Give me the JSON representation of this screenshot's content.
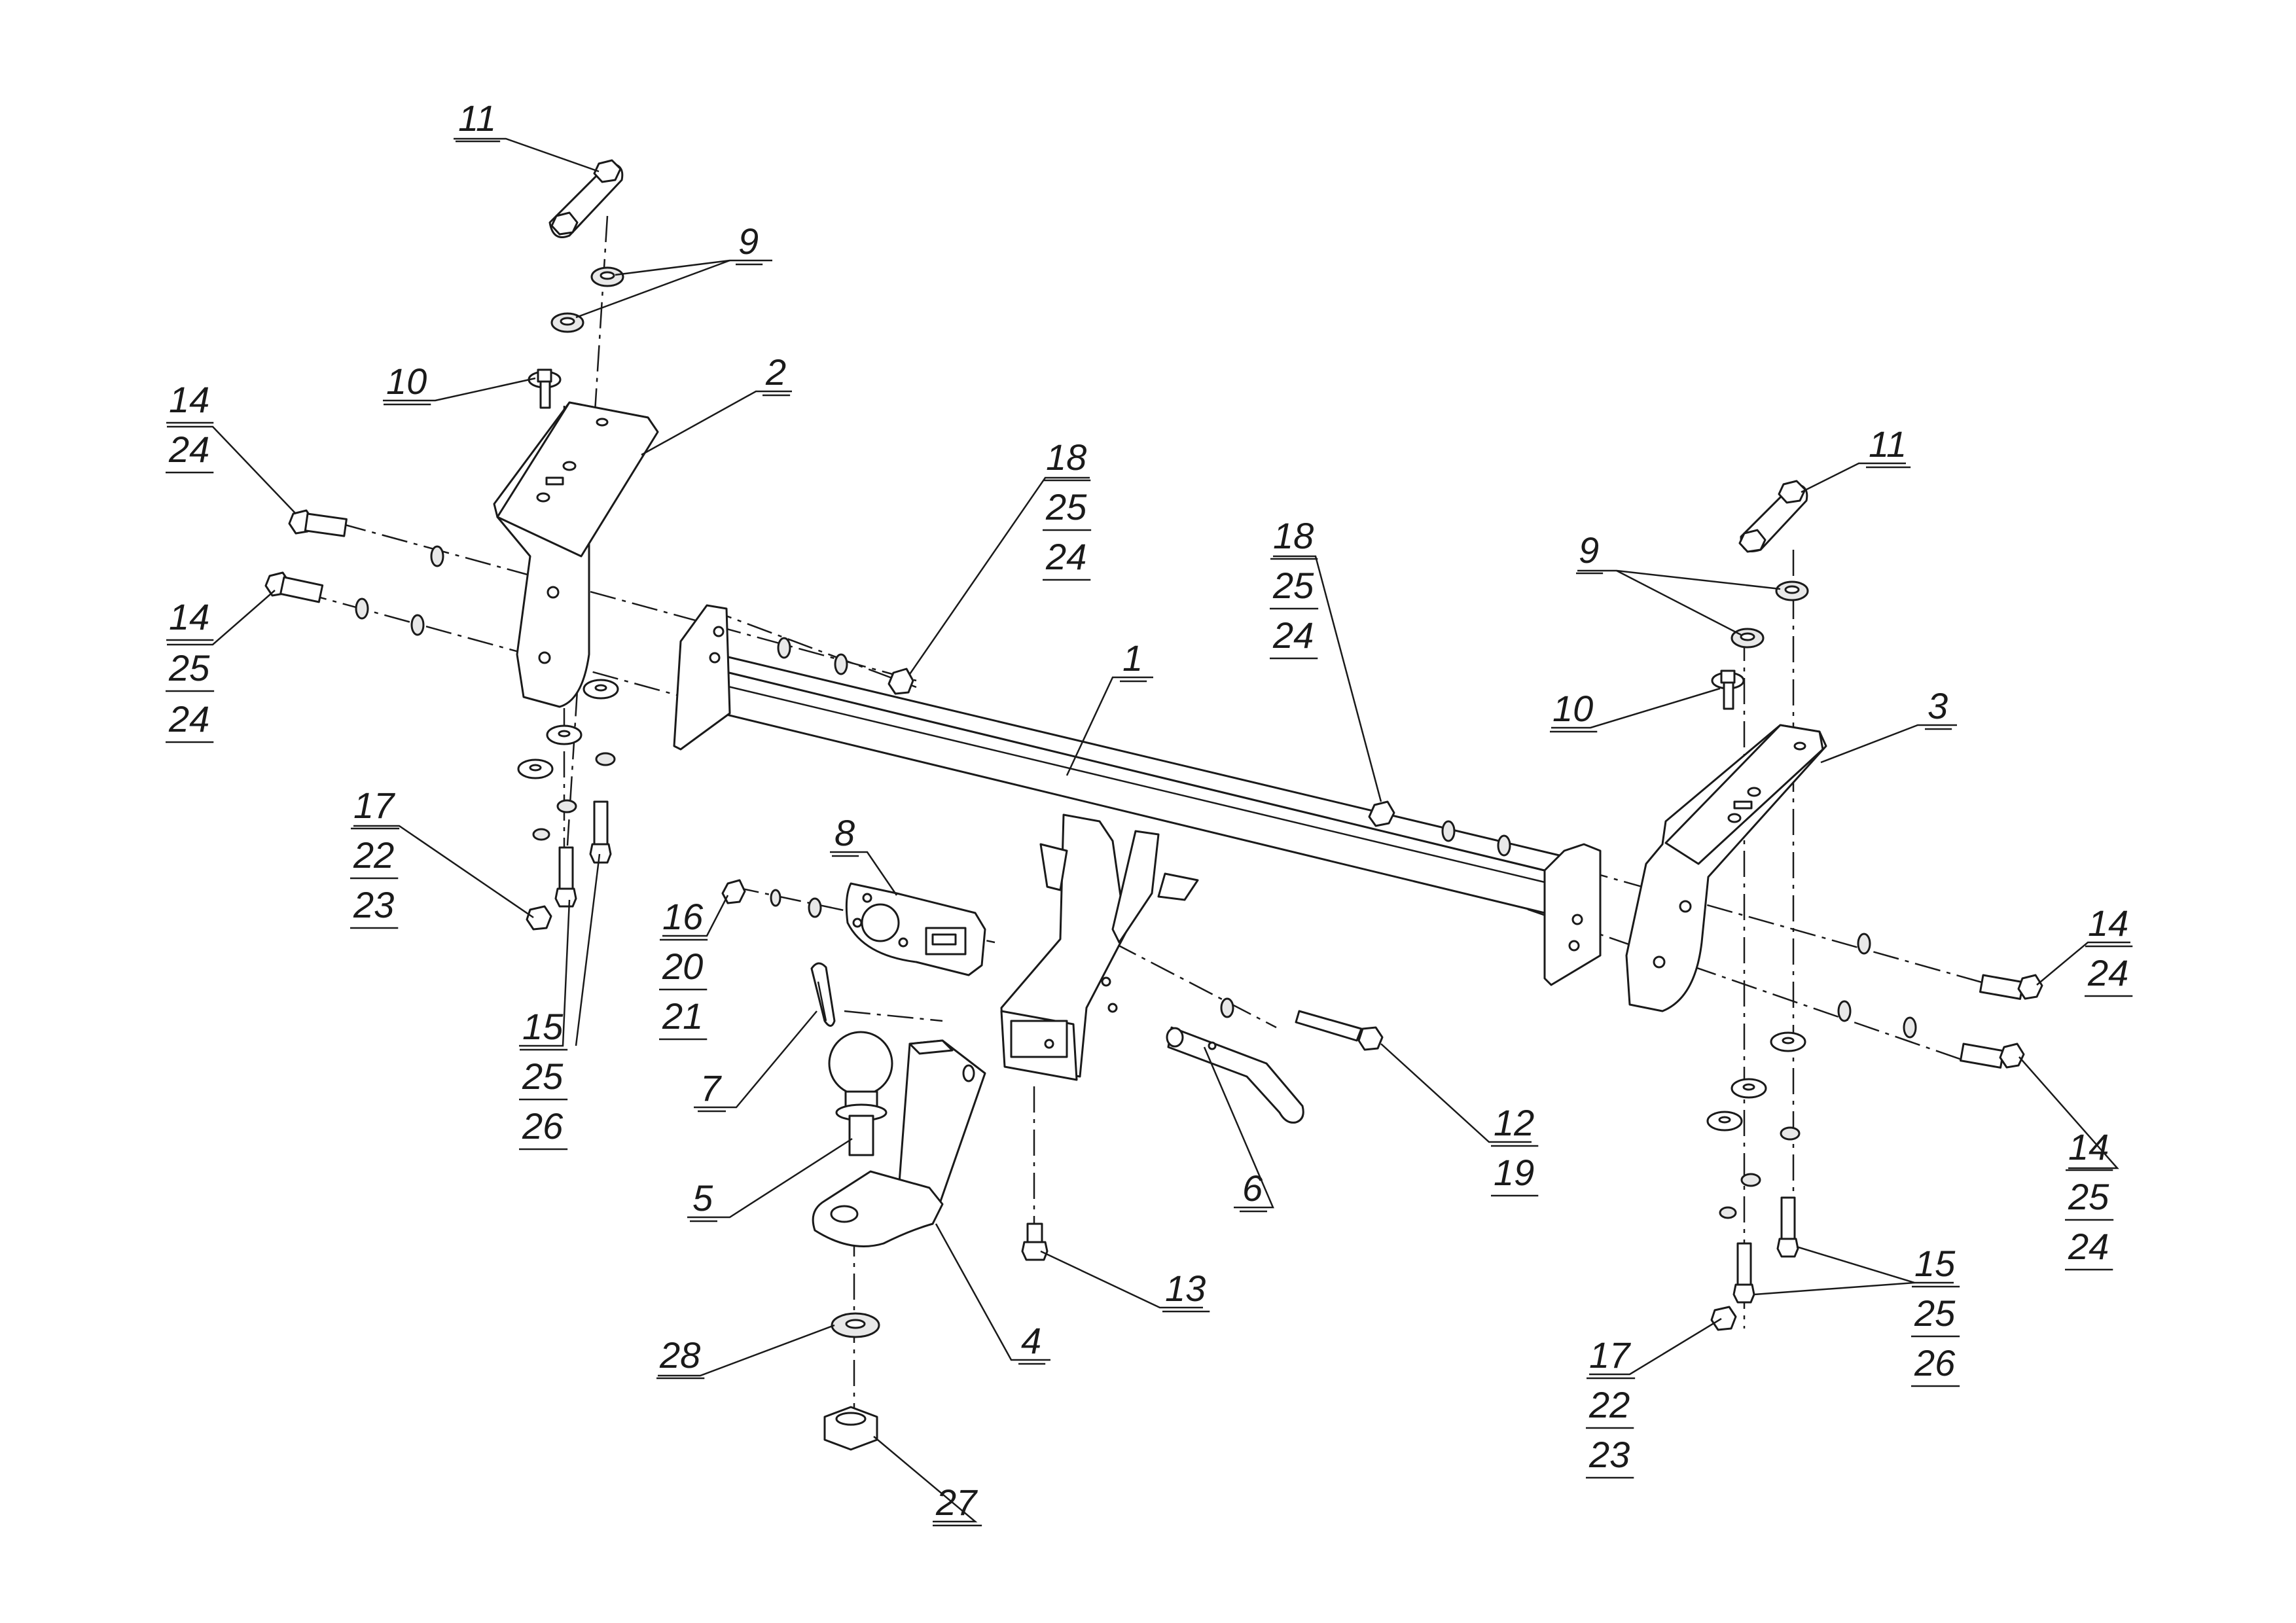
{
  "diagram": {
    "type": "exploded-assembly",
    "stroke_color": "#1a1a1a",
    "background": "#ffffff",
    "callouts": [
      {
        "id": "c11a",
        "lines": [
          "11"
        ]
      },
      {
        "id": "c9a",
        "lines": [
          "9"
        ]
      },
      {
        "id": "c10a",
        "lines": [
          "10"
        ]
      },
      {
        "id": "c2",
        "lines": [
          "2"
        ]
      },
      {
        "id": "c14a",
        "lines": [
          "14",
          "24"
        ]
      },
      {
        "id": "c14b",
        "lines": [
          "14",
          "25",
          "24"
        ]
      },
      {
        "id": "c18a",
        "lines": [
          "18",
          "25",
          "24"
        ]
      },
      {
        "id": "c18b",
        "lines": [
          "18",
          "25",
          "24"
        ]
      },
      {
        "id": "c11b",
        "lines": [
          "11"
        ]
      },
      {
        "id": "c9b",
        "lines": [
          "9"
        ]
      },
      {
        "id": "c10b",
        "lines": [
          "10"
        ]
      },
      {
        "id": "c3",
        "lines": [
          "3"
        ]
      },
      {
        "id": "c1",
        "lines": [
          "1"
        ]
      },
      {
        "id": "c17a",
        "lines": [
          "17",
          "22",
          "23"
        ]
      },
      {
        "id": "c8",
        "lines": [
          "8"
        ]
      },
      {
        "id": "c16",
        "lines": [
          "16",
          "20",
          "21"
        ]
      },
      {
        "id": "c15a",
        "lines": [
          "15",
          "25",
          "26"
        ]
      },
      {
        "id": "c7",
        "lines": [
          "7"
        ]
      },
      {
        "id": "c5",
        "lines": [
          "5"
        ]
      },
      {
        "id": "c14c",
        "lines": [
          "14",
          "24"
        ]
      },
      {
        "id": "c14d",
        "lines": [
          "14",
          "25",
          "24"
        ]
      },
      {
        "id": "c12",
        "lines": [
          "12",
          "19"
        ]
      },
      {
        "id": "c6",
        "lines": [
          "6"
        ]
      },
      {
        "id": "c13",
        "lines": [
          "13"
        ]
      },
      {
        "id": "c4",
        "lines": [
          "4"
        ]
      },
      {
        "id": "c15b",
        "lines": [
          "15",
          "25",
          "26"
        ]
      },
      {
        "id": "c17b",
        "lines": [
          "17",
          "22",
          "23"
        ]
      },
      {
        "id": "c28",
        "lines": [
          "28"
        ]
      },
      {
        "id": "c27",
        "lines": [
          "27"
        ]
      }
    ]
  }
}
